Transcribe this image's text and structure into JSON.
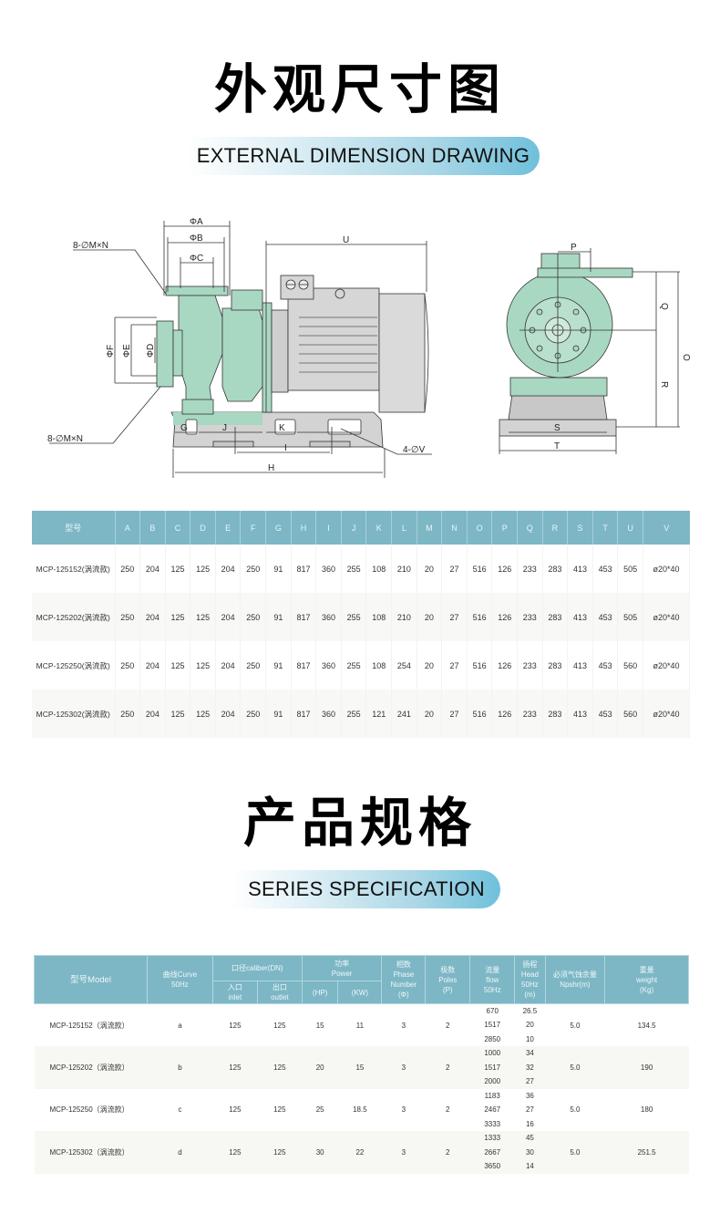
{
  "section1": {
    "title_cn": "外观尺寸图",
    "title_en": "EXTERNAL DIMENSION DRAWING"
  },
  "drawing": {
    "labels": {
      "phiA": "ΦA",
      "phiB": "ΦB",
      "phiC": "ΦC",
      "phiD": "ΦD",
      "phiE": "ΦE",
      "phiF": "ΦF",
      "bolt_top": "8-∅M×N",
      "bolt_bottom": "8-∅M×N",
      "anchor": "4-∅V",
      "G": "G",
      "J": "J",
      "K": "K",
      "I": "I",
      "H": "H",
      "U": "U",
      "P": "P",
      "Q": "Q",
      "R": "R",
      "O": "O",
      "S": "S",
      "T": "T"
    },
    "colors": {
      "pump_body": "#a9d8c2",
      "motor": "#d6d6d6",
      "outline": "#333333"
    }
  },
  "dim_table": {
    "headers": [
      "型号",
      "A",
      "B",
      "C",
      "D",
      "E",
      "F",
      "G",
      "H",
      "I",
      "J",
      "K",
      "L",
      "M",
      "N",
      "O",
      "P",
      "Q",
      "R",
      "S",
      "T",
      "U",
      "V"
    ],
    "rows": [
      [
        "MCP-125152(涡流款)",
        "250",
        "204",
        "125",
        "125",
        "204",
        "250",
        "91",
        "817",
        "360",
        "255",
        "108",
        "210",
        "20",
        "27",
        "516",
        "126",
        "233",
        "283",
        "413",
        "453",
        "505",
        "ø20*40"
      ],
      [
        "MCP-125202(涡流款)",
        "250",
        "204",
        "125",
        "125",
        "204",
        "250",
        "91",
        "817",
        "360",
        "255",
        "108",
        "210",
        "20",
        "27",
        "516",
        "126",
        "233",
        "283",
        "413",
        "453",
        "505",
        "ø20*40"
      ],
      [
        "MCP-125250(涡流款)",
        "250",
        "204",
        "125",
        "125",
        "204",
        "250",
        "91",
        "817",
        "360",
        "255",
        "108",
        "254",
        "20",
        "27",
        "516",
        "126",
        "233",
        "283",
        "413",
        "453",
        "560",
        "ø20*40"
      ],
      [
        "MCP-125302(涡流款)",
        "250",
        "204",
        "125",
        "125",
        "204",
        "250",
        "91",
        "817",
        "360",
        "255",
        "121",
        "241",
        "20",
        "27",
        "516",
        "126",
        "233",
        "283",
        "413",
        "453",
        "560",
        "ø20*40"
      ]
    ]
  },
  "section2": {
    "title_cn": "产品规格",
    "title_en": "SERIES SPECIFICATION"
  },
  "spec_table": {
    "headers": {
      "model": "型号Model",
      "curve": [
        "曲线Curve",
        "50Hz"
      ],
      "caliber": "口径caliber(DN)",
      "inlet": [
        "入口",
        "inlet"
      ],
      "outlet": [
        "出口",
        "outlet"
      ],
      "power": [
        "功率",
        "Power"
      ],
      "hp": "(HP)",
      "kw": "(KW)",
      "phase": [
        "相数",
        "Phase",
        "Number",
        "(Φ)"
      ],
      "poles": [
        "极数",
        "Poles",
        "(P)"
      ],
      "flow": [
        "流量",
        "flow",
        "50Hz"
      ],
      "head": [
        "扬程",
        "Head",
        "50Hz",
        "(m)"
      ],
      "npshr": [
        "必须气蚀余量",
        "Npshr(m)"
      ],
      "weight": [
        "重量",
        "weight",
        "(Kg)"
      ]
    },
    "rows": [
      {
        "model": "MCP-125152（涡流款）",
        "curve": "a",
        "inlet": "125",
        "outlet": "125",
        "hp": "15",
        "kw": "11",
        "phase": "3",
        "poles": "2",
        "flow": [
          "670",
          "1517",
          "2850"
        ],
        "head": [
          "26.5",
          "20",
          "10"
        ],
        "npshr": "5.0",
        "weight": "134.5"
      },
      {
        "model": "MCP-125202（涡流款）",
        "curve": "b",
        "inlet": "125",
        "outlet": "125",
        "hp": "20",
        "kw": "15",
        "phase": "3",
        "poles": "2",
        "flow": [
          "1000",
          "1517",
          "2000"
        ],
        "head": [
          "34",
          "32",
          "27"
        ],
        "npshr": "5.0",
        "weight": "190"
      },
      {
        "model": "MCP-125250（涡流款）",
        "curve": "c",
        "inlet": "125",
        "outlet": "125",
        "hp": "25",
        "kw": "18.5",
        "phase": "3",
        "poles": "2",
        "flow": [
          "1183",
          "2467",
          "3333"
        ],
        "head": [
          "36",
          "27",
          "16"
        ],
        "npshr": "5.0",
        "weight": "180"
      },
      {
        "model": "MCP-125302（涡流款）",
        "curve": "d",
        "inlet": "125",
        "outlet": "125",
        "hp": "30",
        "kw": "22",
        "phase": "3",
        "poles": "2",
        "flow": [
          "1333",
          "2667",
          "3650"
        ],
        "head": [
          "45",
          "30",
          "14"
        ],
        "npshr": "5.0",
        "weight": "251.5"
      }
    ]
  },
  "colors": {
    "header_bg": "#7db7c5",
    "pill_end": "#6fc0db",
    "alt_row": "#f8f8f7"
  }
}
